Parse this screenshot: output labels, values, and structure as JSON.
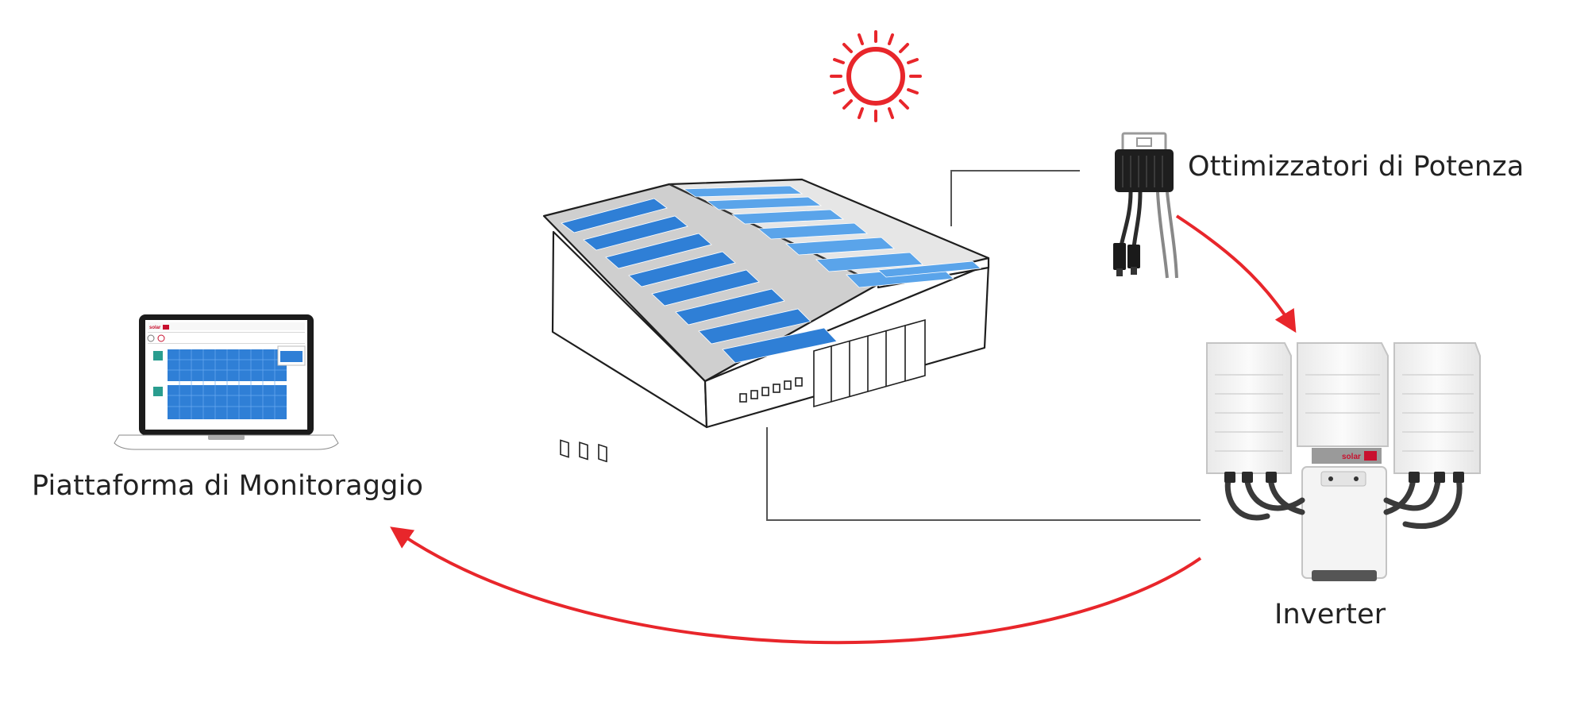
{
  "labels": {
    "monitoring": "Piattaforma di Monitoraggio",
    "optimizers": "Ottimizzatori di Potenza",
    "inverter": "Inverter"
  },
  "branding": {
    "logo_text": "solar"
  },
  "colors": {
    "accent_red": "#e8262b",
    "panel_blue": "#2f7fd6",
    "panel_blue_light": "#5aa4ea",
    "line_gray": "#555555",
    "device_white": "#f1f1f1"
  },
  "icons": [
    "sun-icon",
    "warehouse-illustration",
    "power-optimizer-icon",
    "inverter-icon",
    "laptop-icon"
  ]
}
